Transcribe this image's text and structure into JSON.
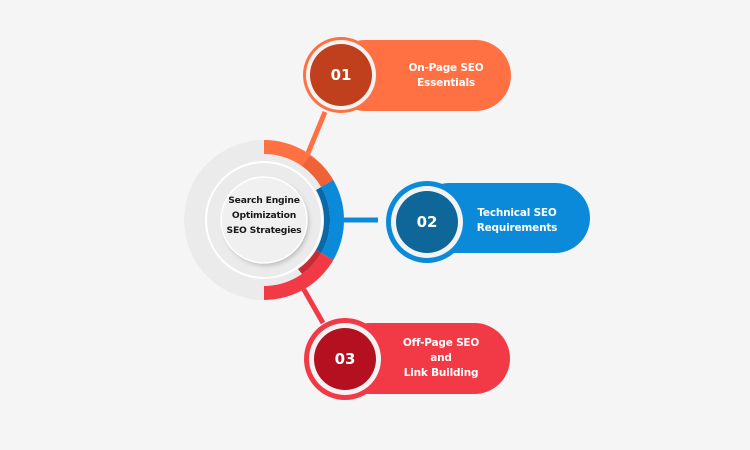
{
  "center": {
    "lines": [
      "Search Engine",
      "Optimization",
      "SEO Strategies"
    ]
  },
  "steps": [
    {
      "number": "01",
      "lines": [
        "On-Page SEO",
        "Essentials"
      ],
      "color": "#ff7043",
      "dark_color": "#c0401e",
      "ring_color": "#ff7043"
    },
    {
      "number": "02",
      "lines": [
        "Technical SEO",
        "Requirements"
      ],
      "color": "#0b8ad9",
      "dark_color": "#0f6698",
      "ring_color": "#0b8ad9"
    },
    {
      "number": "03",
      "lines": [
        "Off-Page SEO",
        "and",
        "Link Building"
      ],
      "color": "#f13a46",
      "dark_color": "#b4101f",
      "ring_color": "#f13a46"
    }
  ],
  "colors": {
    "background": "#f5f5f5",
    "outer_disk": "#ececec",
    "inner_disk": "#f0f0f0"
  }
}
